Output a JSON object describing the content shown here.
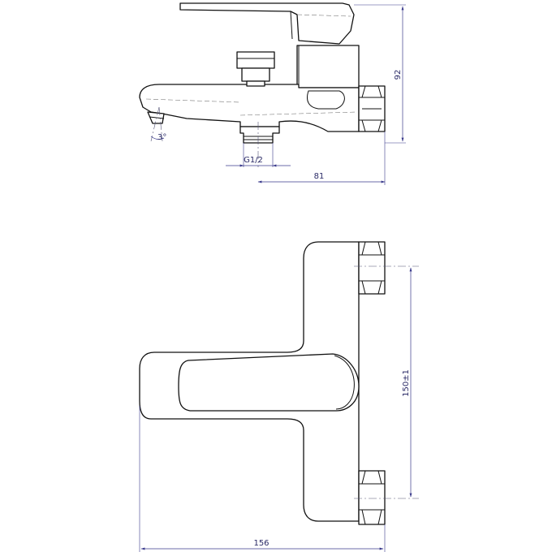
{
  "drawing": {
    "line_color": "#111111",
    "dimension_color": "#3a3a8c",
    "dimensions": {
      "height": "92",
      "thread": "G1/2",
      "spout_length": "81",
      "angle": "3°",
      "centers": "150±1",
      "width": "156"
    }
  }
}
